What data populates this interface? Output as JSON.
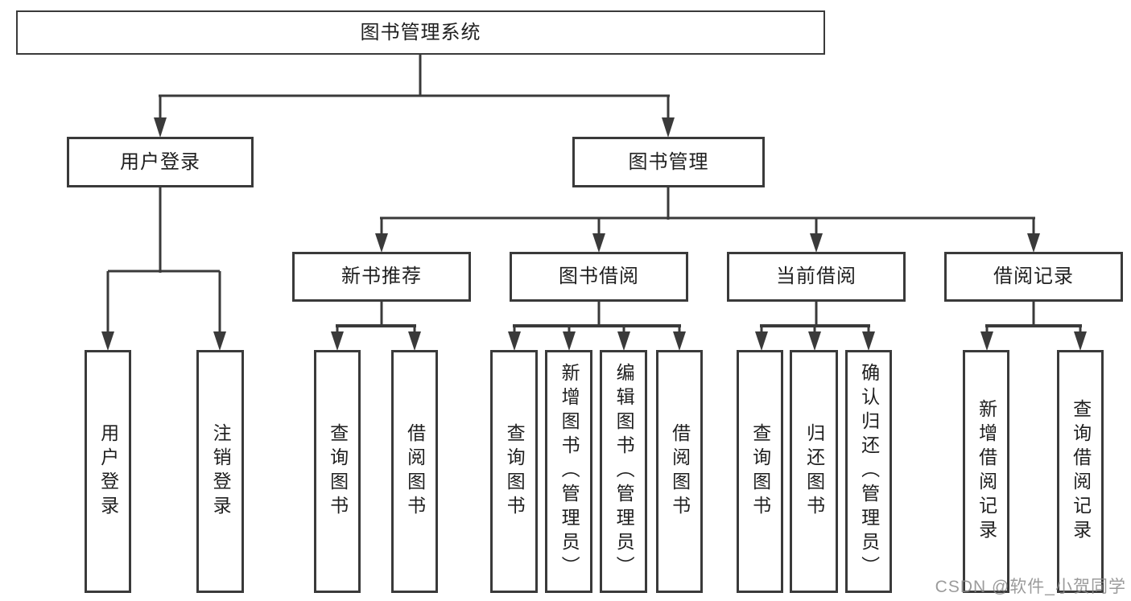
{
  "tree": {
    "root": {
      "label": "图书管理系统"
    },
    "branches": [
      {
        "label": "用户登录",
        "children": [
          {
            "label": "用户登录"
          },
          {
            "label": "注销登录"
          }
        ]
      },
      {
        "label": "图书管理",
        "children": [
          {
            "label": "新书推荐",
            "children": [
              {
                "label": "查询图书"
              },
              {
                "label": "借阅图书"
              }
            ]
          },
          {
            "label": "图书借阅",
            "children": [
              {
                "label": "查询图书"
              },
              {
                "label": "新增图书（管理员）"
              },
              {
                "label": "编辑图书（管理员）"
              },
              {
                "label": "借阅图书"
              }
            ]
          },
          {
            "label": "当前借阅",
            "children": [
              {
                "label": "查询图书"
              },
              {
                "label": "归还图书"
              },
              {
                "label": "确认归还（管理员）"
              }
            ]
          },
          {
            "label": "借阅记录",
            "children": [
              {
                "label": "新增借阅记录"
              },
              {
                "label": "查询借阅记录"
              }
            ]
          }
        ]
      }
    ]
  },
  "watermark": {
    "text": "CSDN @软件_小贺同学",
    "color": "#8a8a8a"
  },
  "colors": {
    "line": "#3a3a3a",
    "text": "#1f1f1f",
    "background": "#ffffff"
  }
}
